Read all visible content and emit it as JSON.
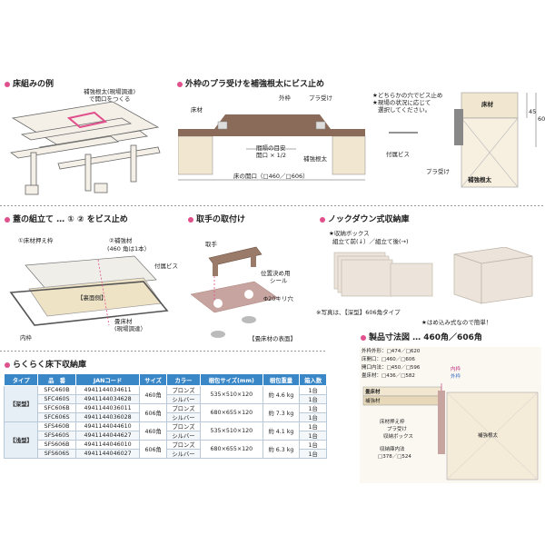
{
  "sections": {
    "floor_frame": {
      "heading": "床組みの例",
      "label_reinforce": "補強根太(現場調達)",
      "label_reinforce2": "で開口をつくる"
    },
    "outer_frame": {
      "heading": "外枠のプラ受けを補強根太にビス止め",
      "label_floor": "床材",
      "label_outer": "外枠",
      "label_pla": "プラ受け",
      "label_gap1": "間隔の目安",
      "label_gap2": "開口 × 1/2",
      "label_reinforce": "補強根太",
      "label_opening": "床の開口（□460／□606）",
      "note1": "★どちらかの穴でビス止め",
      "note2": "★現場の状況に応じて",
      "note3": "選択してください。",
      "label_screw": "付属ビス",
      "label_pla2": "プラ受け",
      "label_floor2": "床材",
      "label_reinforce2": "補強根太",
      "dim_45": "45",
      "dim_60": "60"
    },
    "lid_assembly": {
      "heading": "蓋の組立て … ① ② をビス止め",
      "label_1": "①床材押え枠",
      "label_2": "②補強材",
      "label_2b": "(460 角は1本）",
      "label_screw": "付属ビス",
      "label_back": "【裏面側】",
      "label_inner": "内枠",
      "label_floor": "畳床材",
      "label_floor2": "(現場調達）"
    },
    "handle": {
      "heading": "取手の取付け",
      "label_handle": "取手",
      "label_seal1": "位置決め用",
      "label_seal2": "シール",
      "label_hole": "Φ20キリ穴",
      "label_surface": "【畳床材の表面】"
    },
    "knockdown": {
      "heading": "ノックダウン式収納庫",
      "label_box1": "★収納ボックス",
      "label_box2": "組立て前(↓）／組立て後(→)",
      "note_photo": "※写真は、【深型】606角タイプ",
      "note_fit": "★はめ込み式なので簡単！"
    },
    "dimensions": {
      "heading": "製品寸法図 … 460角／606角",
      "lines": [
        "外枠外形：□474／□620",
        "床開口：□460／□606",
        "開口内法：□450／□596",
        "畳床材：□436／□582"
      ],
      "label_inner": "内枠",
      "label_outer": "外枠",
      "label_floor": "畳床材",
      "label_reinforce": "補強材",
      "label_press": "床材押え枠",
      "label_pla": "プラ受け",
      "label_box": "収納ボックス",
      "label_reinforce2": "補強根太",
      "label_bottom1": "収納庫内法",
      "label_bottom2": "□378／□524"
    }
  },
  "table": {
    "heading": "らくらく床下収納庫",
    "headers": [
      "タイプ",
      "品　番",
      "JANコード",
      "サイズ",
      "カラー",
      "梱包サイズ(mm)",
      "梱包重量",
      "箱入数"
    ],
    "type_deep": "【深型】",
    "type_shallow": "【浅型】",
    "rows": [
      [
        "SFC460B",
        "4941144034611",
        "460角",
        "ブロンズ",
        "535×510×120",
        "約 4.6 kg",
        "1台"
      ],
      [
        "SFC460S",
        "4941144034628",
        "",
        "シルバー",
        "",
        "",
        "1台"
      ],
      [
        "SFC606B",
        "4941144036011",
        "606角",
        "ブロンズ",
        "680×655×120",
        "約 7.3 kg",
        "1台"
      ],
      [
        "SFC606S",
        "4941144036028",
        "",
        "シルバー",
        "",
        "",
        "1台"
      ],
      [
        "SFS460B",
        "4941144044610",
        "460角",
        "ブロンズ",
        "535×510×120",
        "約 4.1 kg",
        "1台"
      ],
      [
        "SFS460S",
        "4941144044627",
        "",
        "シルバー",
        "",
        "",
        "1台"
      ],
      [
        "SFS606B",
        "4941144046010",
        "606角",
        "ブロンズ",
        "680×655×120",
        "約 6.3 kg",
        "1台"
      ],
      [
        "SFS606S",
        "4941144046027",
        "",
        "シルバー",
        "",
        "",
        "1台"
      ]
    ]
  },
  "colors": {
    "accent": "#e0508c",
    "header": "#3a87c8",
    "wood": "#e8dcc4",
    "frame": "#8a6a58"
  }
}
